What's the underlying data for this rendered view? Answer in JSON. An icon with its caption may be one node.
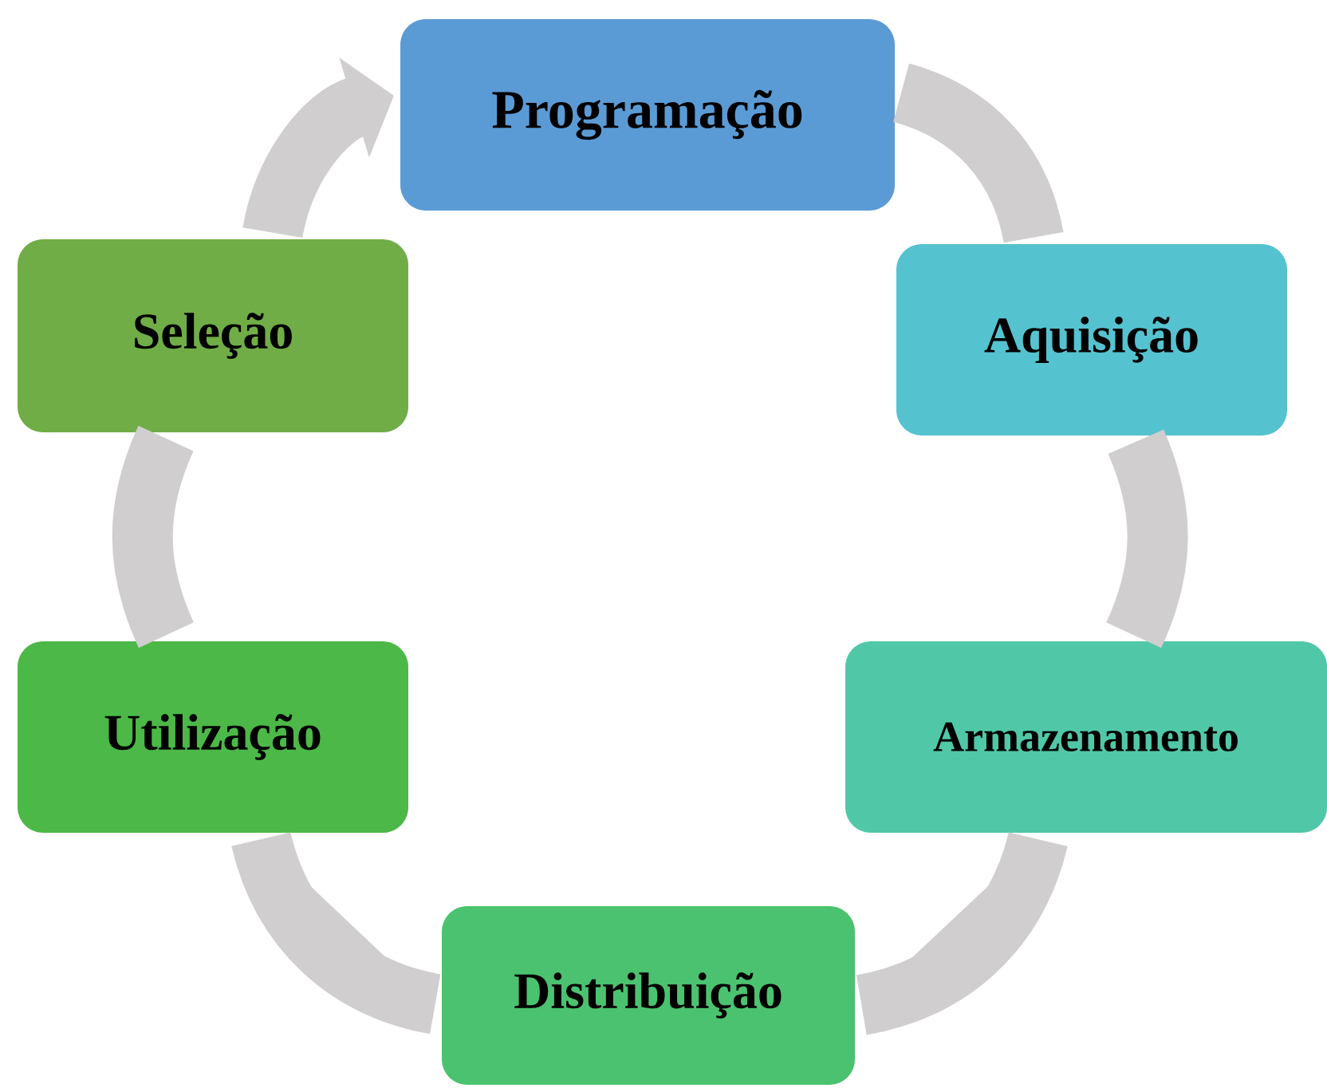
{
  "diagram": {
    "nodes": [
      {
        "text": [
          "Programação"
        ]
      },
      {
        "text": [
          "Aquisição"
        ]
      },
      {
        "text": [
          "Armazenamento"
        ]
      },
      {
        "text": [
          "Distribuição"
        ]
      },
      {
        "text": [
          "Utilização"
        ]
      },
      {
        "text": [
          "Seleção"
        ]
      }
    ],
    "edges": [
      {
        "from": 0,
        "to": 1,
        "arrow": "none"
      },
      {
        "from": 1,
        "to": 2,
        "arrow": "none"
      },
      {
        "from": 2,
        "to": 3,
        "arrow": "none"
      },
      {
        "from": 3,
        "to": 4,
        "arrow": "none"
      },
      {
        "from": 4,
        "to": 5,
        "arrow": "none"
      },
      {
        "from": 5,
        "to": 0,
        "arrow": "to"
      }
    ]
  }
}
